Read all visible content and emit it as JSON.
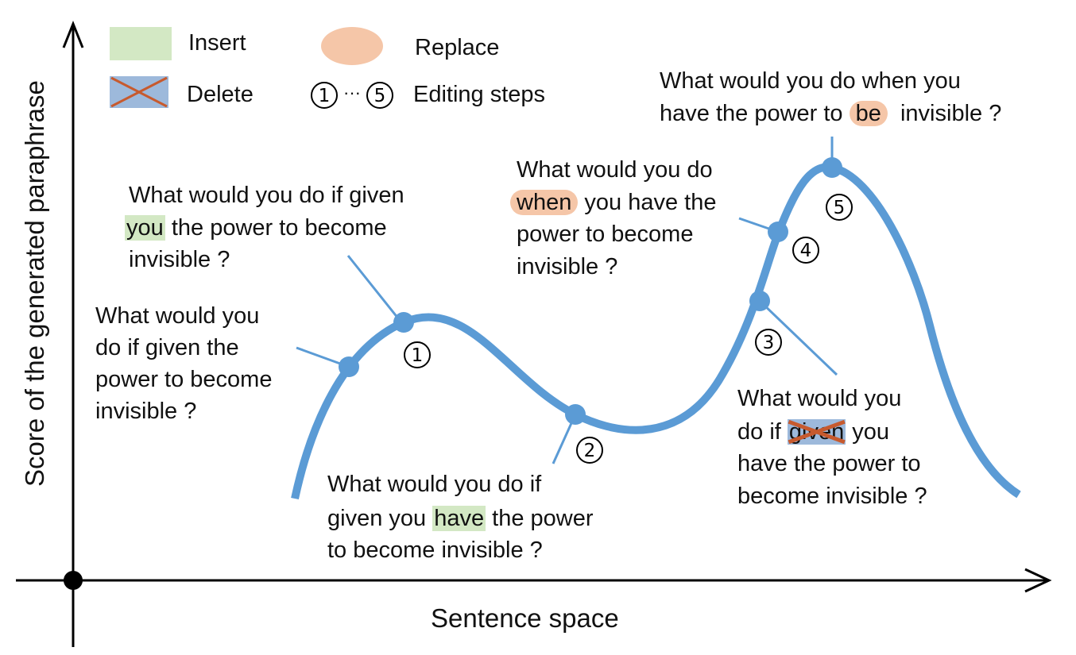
{
  "colors": {
    "curve": "#5b9bd5",
    "insert": "#d3e8c4",
    "replace": "#f5c6a8",
    "delete_fill": "#9db9db",
    "delete_cross": "#c75a2e",
    "axis": "#000000"
  },
  "legend": {
    "insert": "Insert",
    "delete": "Delete",
    "replace": "Replace",
    "steps_from": "1",
    "steps_dots": "···",
    "steps_to": "5",
    "steps_label": "Editing steps"
  },
  "axes": {
    "y_label": "Score of the generated   paraphrase",
    "x_label": "Sentence space"
  },
  "steps": [
    "1",
    "2",
    "3",
    "4",
    "5"
  ],
  "sentences": {
    "s0": {
      "line1": "What would you",
      "line2": "do if given the",
      "line3": "power to become",
      "line4": "invisible ?"
    },
    "s1": {
      "line1": "What would you do if given",
      "edit": "you",
      "line2_rest": " the power to become",
      "line3": "invisible ?"
    },
    "s2": {
      "line1": "What would you do if",
      "line2_pre": "given you ",
      "edit": "have",
      "line2_post": " the power",
      "line3": "to become invisible ?"
    },
    "s3": {
      "line1": "What would you",
      "line2_pre": "do if ",
      "edit": "given",
      "line2_post": " you",
      "line3": "have the power to",
      "line4": "become invisible ?"
    },
    "s4": {
      "line1": "What would you do",
      "edit": "when",
      "line2_rest": " you have the",
      "line3": "power to become",
      "line4": "invisible ?"
    },
    "s5": {
      "line1": "What would you do when you",
      "line2_pre": "have the power to ",
      "edit": "be",
      "line2_post": "  invisible ?"
    }
  }
}
